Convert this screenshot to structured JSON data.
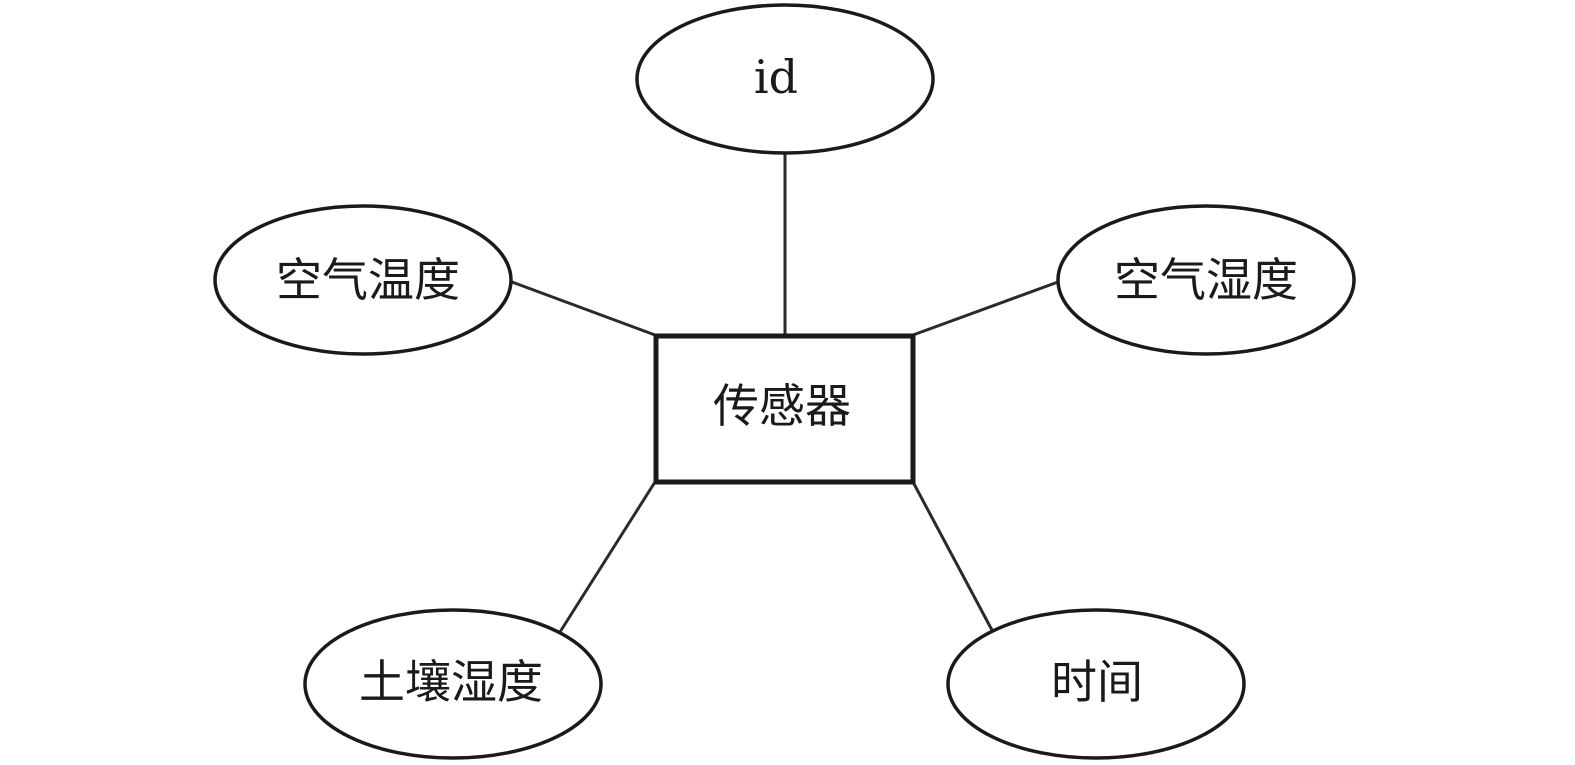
{
  "entity": {
    "label": "传感器"
  },
  "attributes": {
    "id": {
      "label": "id"
    },
    "air_temperature": {
      "label": "空气温度"
    },
    "air_humidity": {
      "label": "空气湿度"
    },
    "soil_moisture": {
      "label": "土壤湿度"
    },
    "time": {
      "label": "时间"
    }
  },
  "colors": {
    "stroke": "#1a1a1a",
    "background": "#ffffff"
  }
}
